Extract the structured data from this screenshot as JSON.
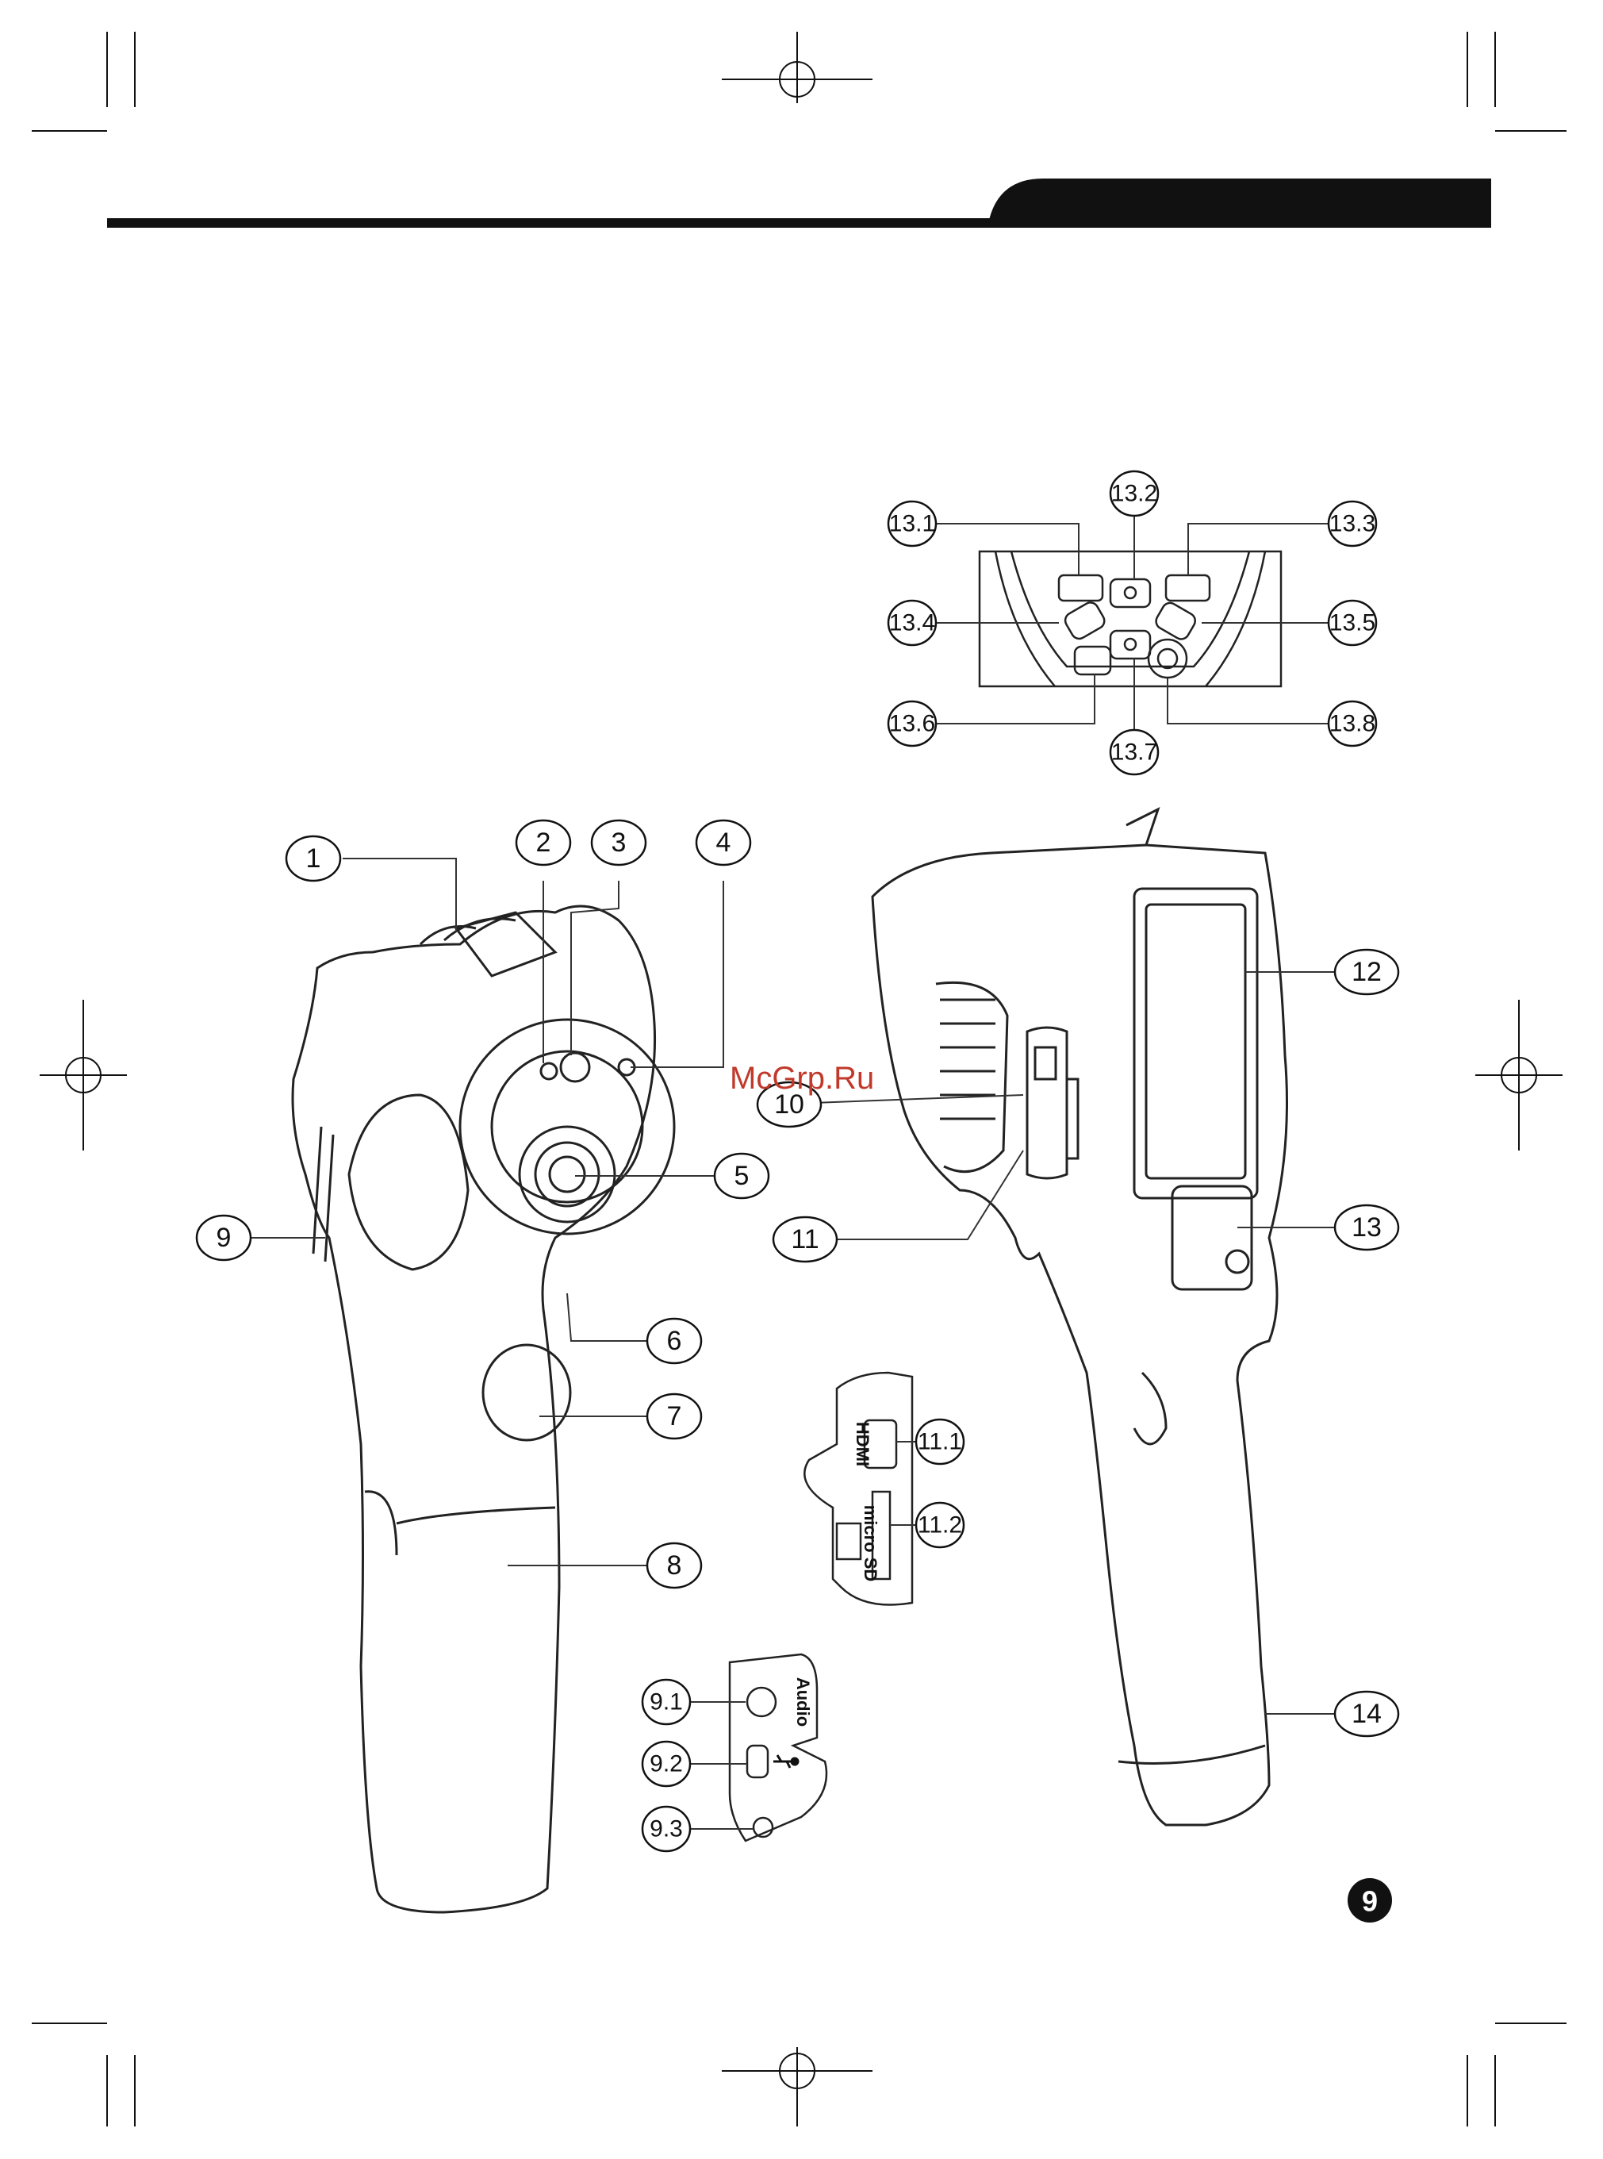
{
  "watermark": "McGrp.Ru",
  "page_number": "9",
  "callouts": {
    "c1": "1",
    "c2": "2",
    "c3": "3",
    "c4": "4",
    "c5": "5",
    "c6": "6",
    "c7": "7",
    "c8": "8",
    "c9": "9",
    "c10": "10",
    "c11": "11",
    "c12": "12",
    "c13": "13",
    "c14": "14",
    "c131": "13.1",
    "c132": "13.2",
    "c133": "13.3",
    "c134": "13.4",
    "c135": "13.5",
    "c136": "13.6",
    "c137": "13.7",
    "c138": "13.8",
    "c111": "11.1",
    "c112": "11.2",
    "c91": "9.1",
    "c92": "9.2",
    "c93": "9.3"
  },
  "port_labels": {
    "hdmi": "HDMI",
    "micro_sd": "micro SD",
    "audio": "Audio",
    "usb_icon": "usb-icon"
  },
  "colors": {
    "ink": "#111111",
    "line": "#333333",
    "watermark": "#c0392b"
  }
}
